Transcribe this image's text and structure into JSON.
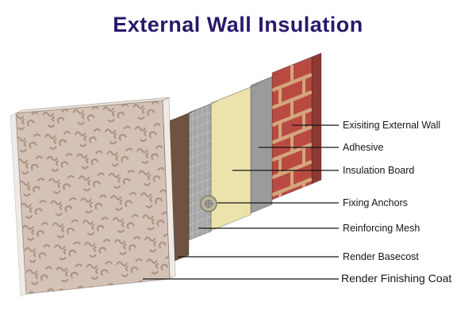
{
  "title": "External Wall Insulation",
  "colors": {
    "title": "#2a186b",
    "brick": "#b94a42",
    "brick_top": "#d18e7e",
    "brick_side": "#8c3a33",
    "mortar": "#d4a57c",
    "adhesive": "#9b9b9b",
    "insulation": "#ebe3ab",
    "mesh": "#a6a6a6",
    "basecoat": "#6e5340",
    "finishing_coat": "#d5c2b6",
    "leader": "#161616"
  },
  "labels": [
    {
      "text": "Exisiting External Wall"
    },
    {
      "text": "Adhesive"
    },
    {
      "text": "Insulation Board"
    },
    {
      "text": "Fixing Anchors"
    },
    {
      "text": "Reinforcing Mesh"
    },
    {
      "text": "Render Basecost"
    },
    {
      "text": "Render Finishing Coat"
    }
  ]
}
